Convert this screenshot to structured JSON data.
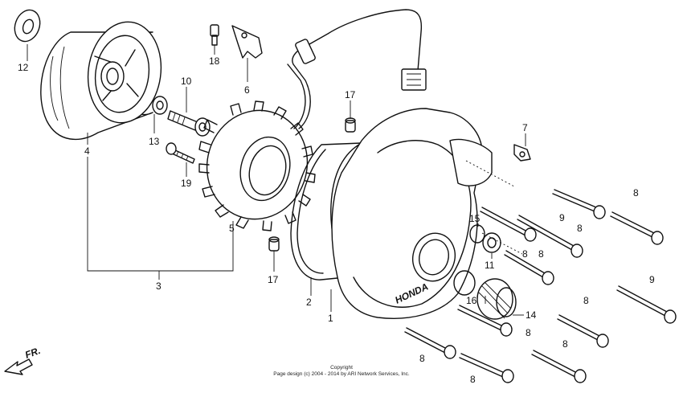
{
  "diagram": {
    "callouts": [
      {
        "id": "c1",
        "text": "1"
      },
      {
        "id": "c2",
        "text": "2"
      },
      {
        "id": "c3",
        "text": "3"
      },
      {
        "id": "c4",
        "text": "4"
      },
      {
        "id": "c5",
        "text": "5"
      },
      {
        "id": "c6",
        "text": "6"
      },
      {
        "id": "c7",
        "text": "7"
      },
      {
        "id": "c8a",
        "text": "8"
      },
      {
        "id": "c8b",
        "text": "8"
      },
      {
        "id": "c8c",
        "text": "8"
      },
      {
        "id": "c8d",
        "text": "8"
      },
      {
        "id": "c8e",
        "text": "8"
      },
      {
        "id": "c8f",
        "text": "8"
      },
      {
        "id": "c8g",
        "text": "8"
      },
      {
        "id": "c8h",
        "text": "8"
      },
      {
        "id": "c8i",
        "text": "8"
      },
      {
        "id": "c9a",
        "text": "9"
      },
      {
        "id": "c9b",
        "text": "9"
      },
      {
        "id": "c10",
        "text": "10"
      },
      {
        "id": "c11",
        "text": "11"
      },
      {
        "id": "c12",
        "text": "12"
      },
      {
        "id": "c13",
        "text": "13"
      },
      {
        "id": "c14",
        "text": "14"
      },
      {
        "id": "c15",
        "text": "15"
      },
      {
        "id": "c16",
        "text": "16"
      },
      {
        "id": "c17a",
        "text": "17"
      },
      {
        "id": "c17b",
        "text": "17"
      },
      {
        "id": "c18",
        "text": "18"
      },
      {
        "id": "c19",
        "text": "19"
      }
    ],
    "cover_brand": "HONDA",
    "direction_label": "FR.",
    "copyright_title": "Copyright",
    "copyright_line": "Page design (c) 2004 - 2014 by ARI Network Services, Inc."
  }
}
